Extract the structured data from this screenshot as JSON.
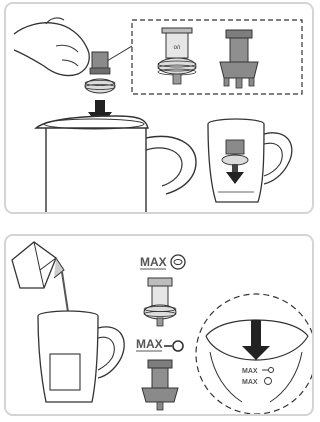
{
  "step_1": {},
  "step_2": {
    "max_label_top": "MAX",
    "max_label_bottom": "MAX",
    "max_label_detail_a": "MAX",
    "max_label_detail_b": "MAX"
  },
  "colors": {
    "frame_border": "#d4d4d4",
    "line_art": "#333333",
    "part_gray": "#8a8a8a",
    "part_light": "#d8d8d8"
  }
}
